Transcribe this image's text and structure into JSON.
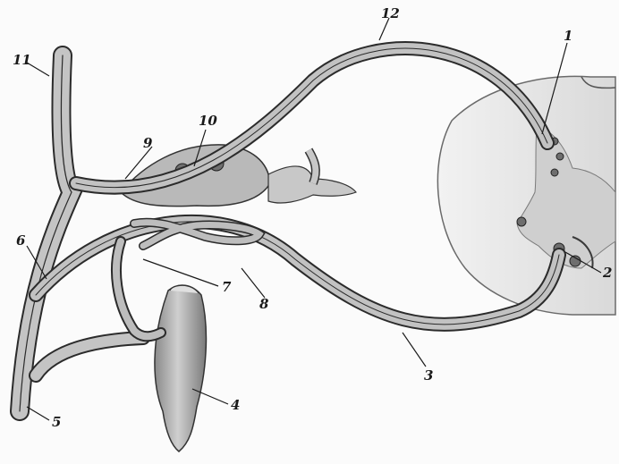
{
  "figure": {
    "labels": {
      "l1": "1",
      "l2": "2",
      "l3": "3",
      "l4": "4",
      "l5": "5",
      "l6": "6",
      "l7": "7",
      "l8": "8",
      "l9": "9",
      "l10": "10",
      "l11": "11",
      "l12": "12"
    },
    "colors": {
      "background": "#fbfbfb",
      "spinal_section": "#e9e9e9",
      "grey_matter": "#cfcfcf",
      "nerve_fill": "#bdbdbd",
      "nerve_outline": "#2b2b2b",
      "organ_fill": "#b5b5b5"
    }
  }
}
